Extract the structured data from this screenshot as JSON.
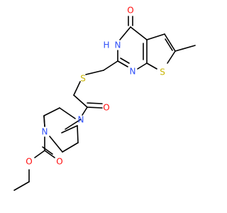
{
  "molecule": {
    "atoms": {
      "o_keto": "O",
      "n_h": "N",
      "h_nh": "H",
      "n_ring": "N",
      "s_thio": "S",
      "s_link": "S",
      "o_amide": "O",
      "n_pip_top": "N",
      "n_pip_bottom": "N",
      "o_carbonyl": "O",
      "o_ester": "O"
    },
    "colors": {
      "oxygen": "#ff0d0d",
      "nitrogen": "#3050f8",
      "sulfur": "#c8b400",
      "carbon": "#000000"
    }
  }
}
